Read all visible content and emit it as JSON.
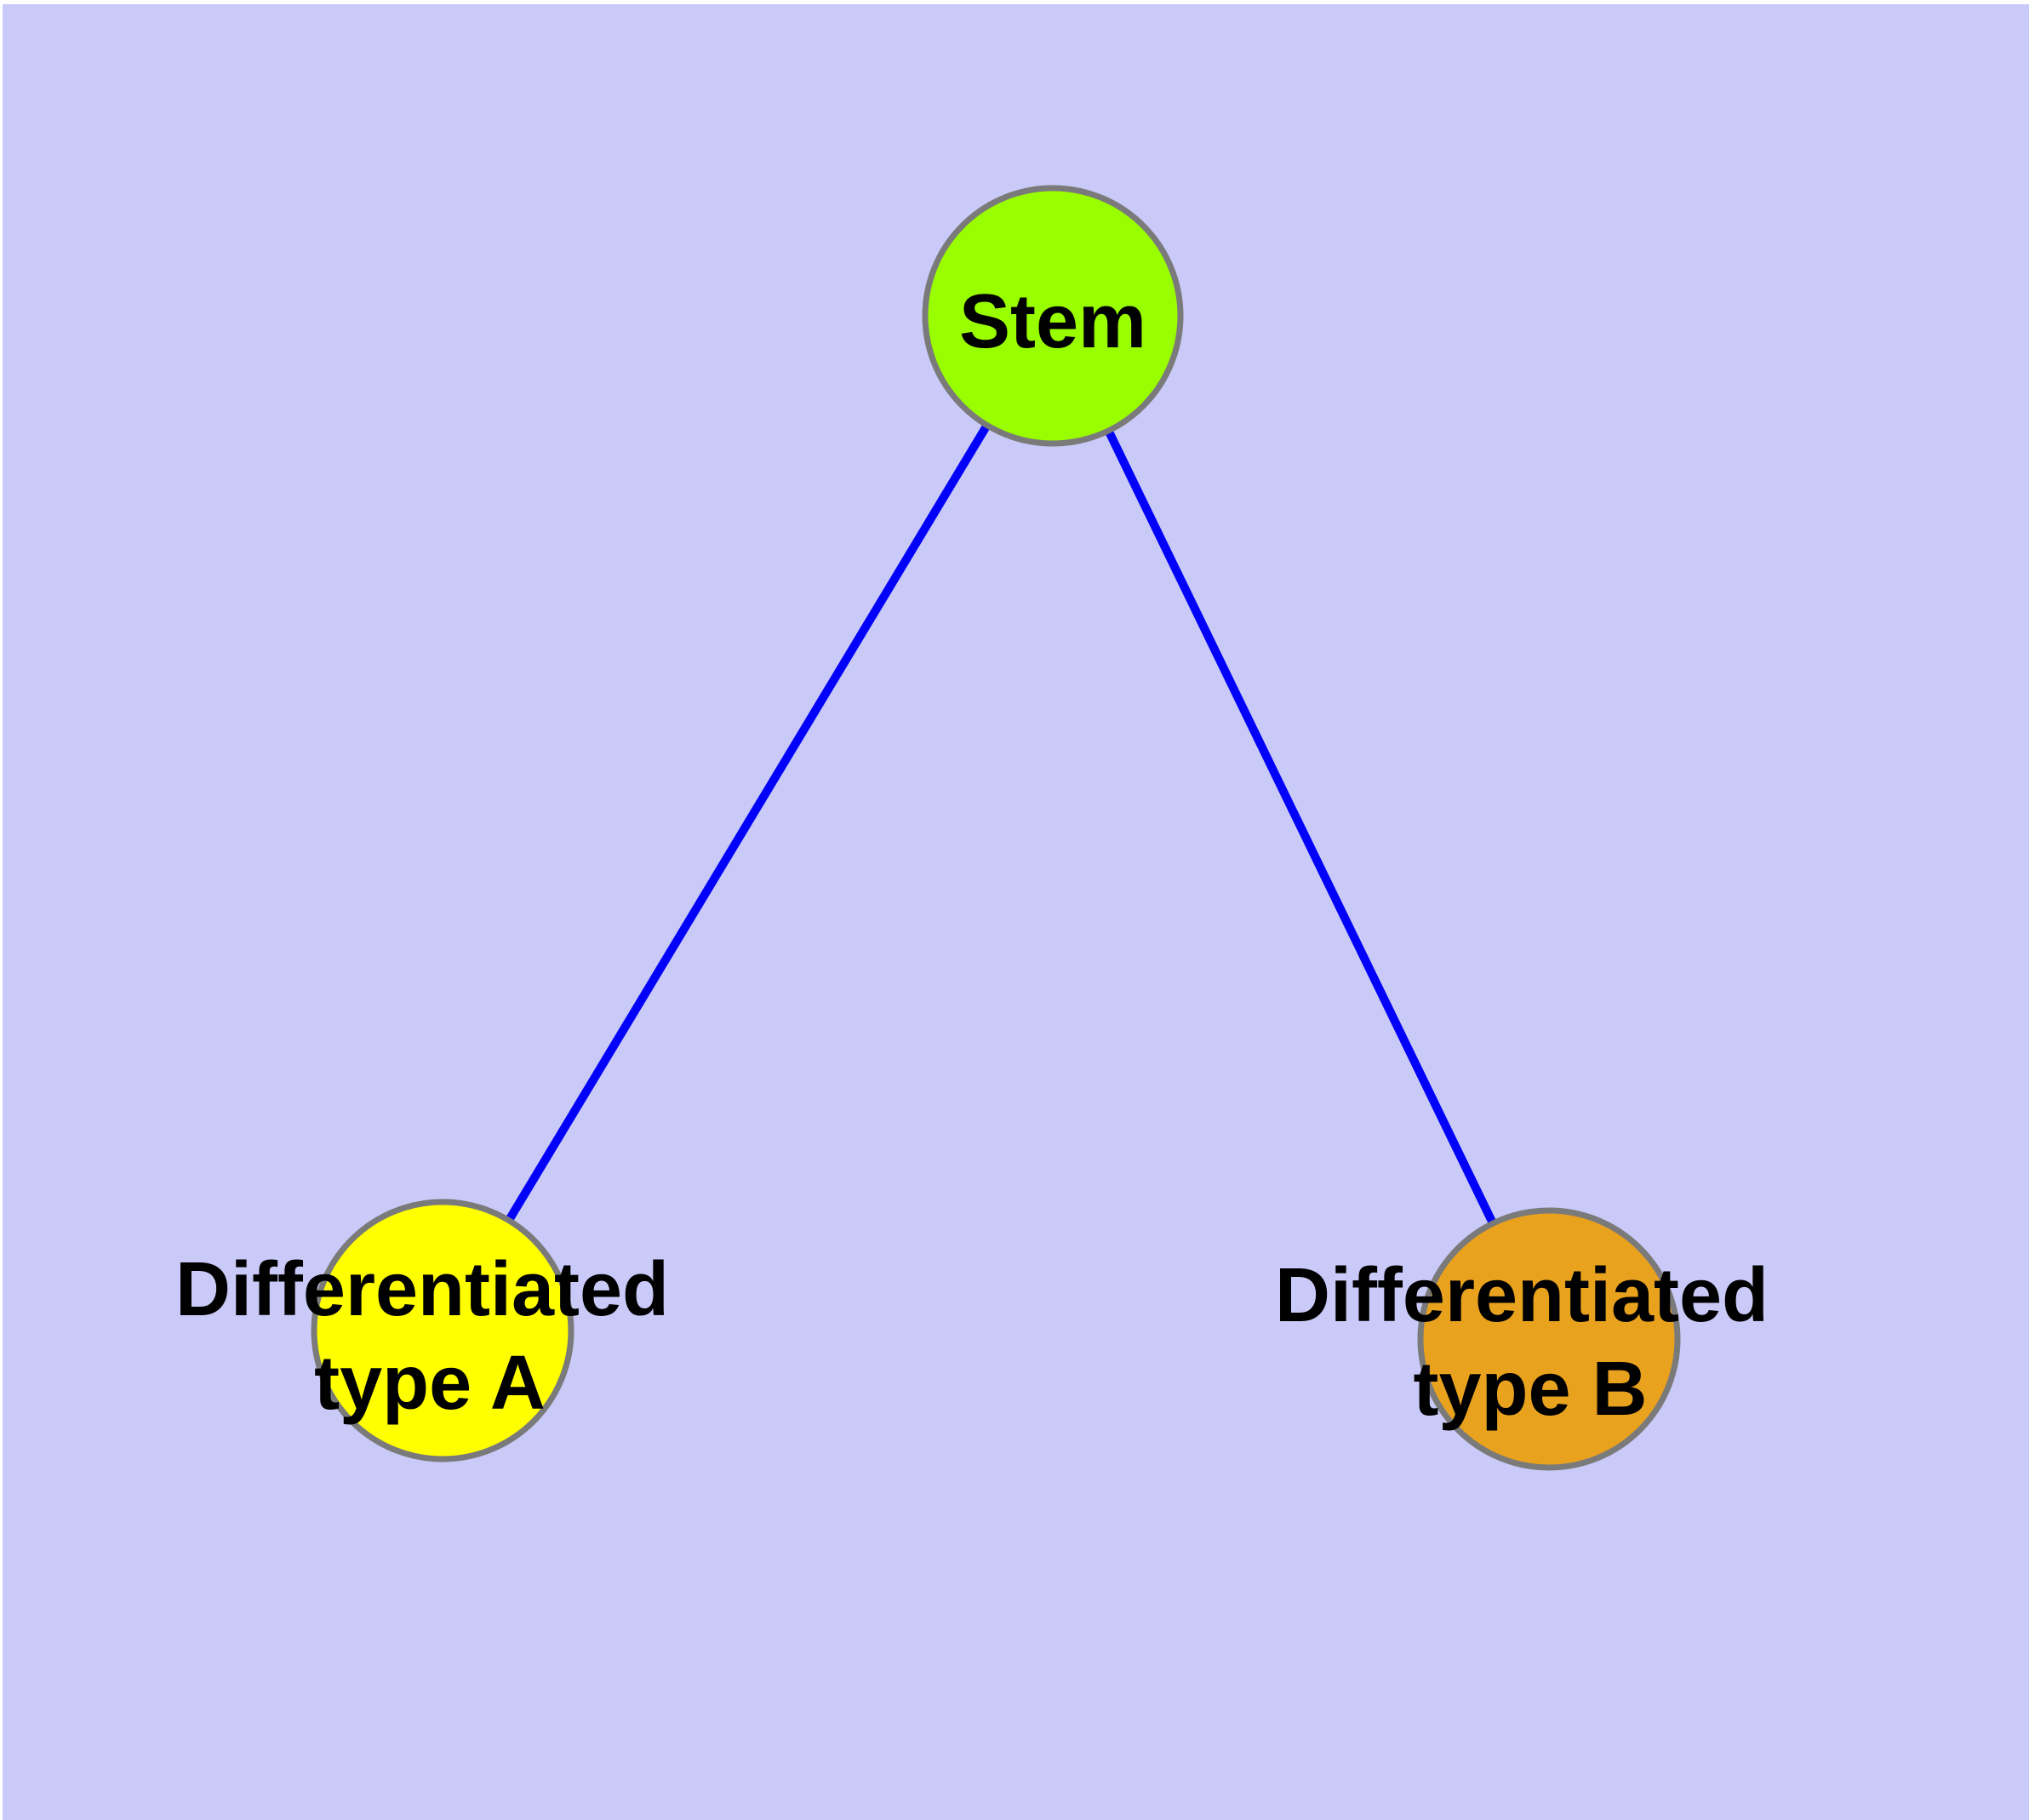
{
  "diagram": {
    "type": "node-link-graph",
    "colors": {
      "canvas_background": "#CACAF8",
      "page_margin": "#FFFFFF",
      "edge": "#0202F8",
      "node_border": "#7A7A7A",
      "label_text": "#000000"
    },
    "nodes": {
      "stem": {
        "label": "Stem",
        "fill": "#99FE00"
      },
      "type_a": {
        "label_line1": "Differentiated",
        "label_line2": "type A",
        "fill": "#FFFF00"
      },
      "type_b": {
        "label_line1": "Differentiated",
        "label_line2": "type B",
        "fill": "#E8A21E"
      }
    },
    "edges": [
      {
        "from": "Stem",
        "to": "Differentiated type A"
      },
      {
        "from": "Stem",
        "to": "Differentiated type B"
      }
    ]
  }
}
